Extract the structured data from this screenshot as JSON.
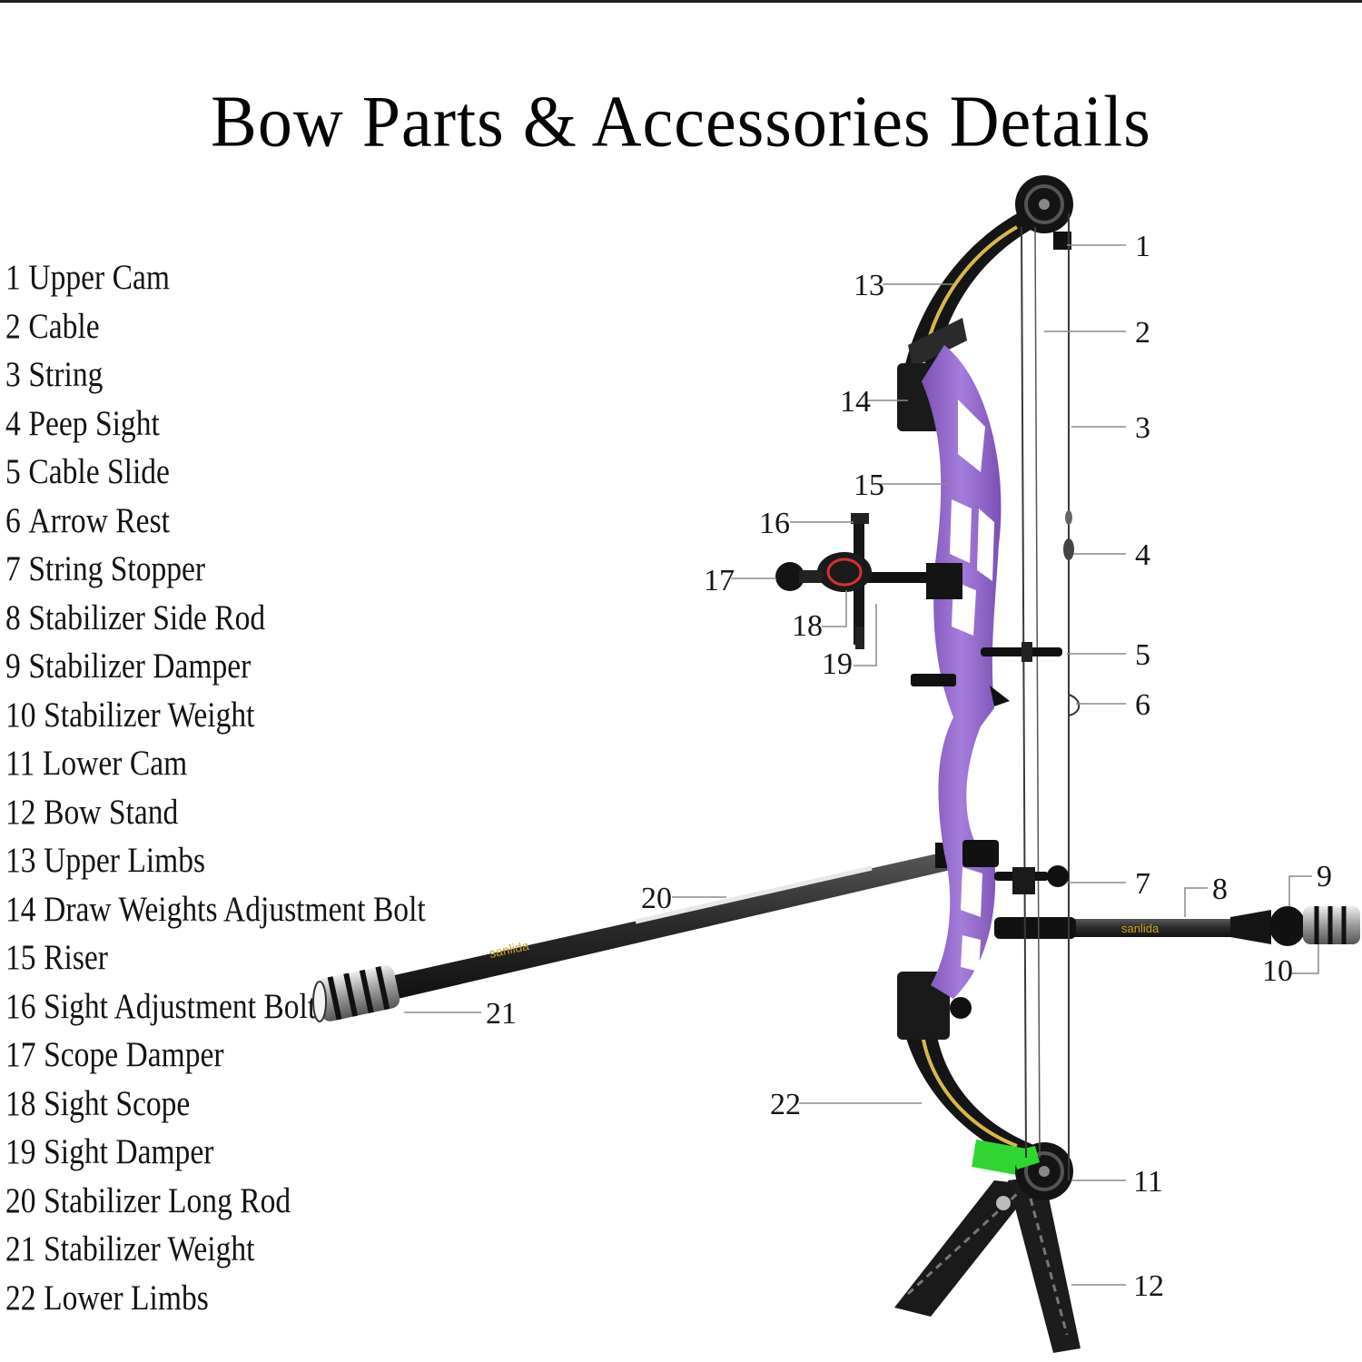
{
  "title": "Bow Parts & Accessories Details",
  "colors": {
    "riser": "#9a6fd0",
    "riser_shadow": "#6d46a3",
    "limbs": "#151515",
    "accent_green": "#2fd62f",
    "stand": "#1a1a1a",
    "leader_line": "#8a8a8a"
  },
  "parts": [
    {
      "num": "1",
      "name": "Upper Cam"
    },
    {
      "num": "2",
      "name": "Cable"
    },
    {
      "num": "3",
      "name": "String"
    },
    {
      "num": "4",
      "name": "Peep Sight"
    },
    {
      "num": "5",
      "name": "Cable Slide"
    },
    {
      "num": "6",
      "name": "Arrow Rest"
    },
    {
      "num": "7",
      "name": "String Stopper"
    },
    {
      "num": "8",
      "name": "Stabilizer Side Rod"
    },
    {
      "num": "9",
      "name": "Stabilizer Damper"
    },
    {
      "num": "10",
      "name": "Stabilizer Weight"
    },
    {
      "num": "11",
      "name": "Lower Cam"
    },
    {
      "num": "12",
      "name": "Bow Stand"
    },
    {
      "num": "13",
      "name": "Upper Limbs"
    },
    {
      "num": "14",
      "name": "Draw Weights Adjustment Bolt"
    },
    {
      "num": "15",
      "name": "Riser"
    },
    {
      "num": "16",
      "name": "Sight Adjustment Bolt"
    },
    {
      "num": "17",
      "name": "Scope Damper"
    },
    {
      "num": "18",
      "name": "Sight Scope"
    },
    {
      "num": "19",
      "name": "Sight Damper"
    },
    {
      "num": "20",
      "name": "Stabilizer Long Rod"
    },
    {
      "num": "21",
      "name": "Stabilizer Weight"
    },
    {
      "num": "22",
      "name": "Lower Limbs"
    }
  ],
  "brand_text": "sanlida"
}
